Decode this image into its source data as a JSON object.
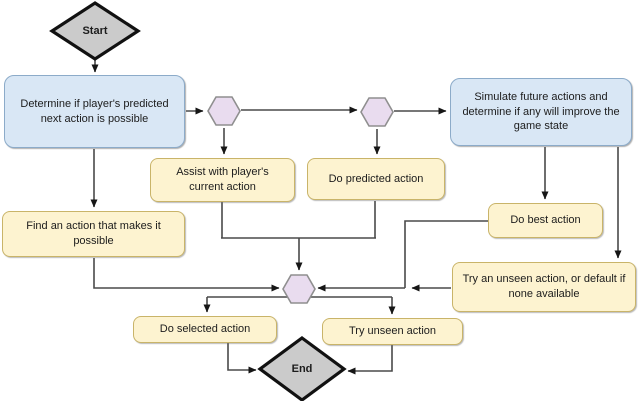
{
  "diagram": {
    "nodes": {
      "start": {
        "label": "Start",
        "shape": "diamond-terminator"
      },
      "determine": {
        "label": "Determine if player's predicted next action is possible",
        "shape": "rounded-rect-process"
      },
      "assist": {
        "label": "Assist with player's current action",
        "shape": "rounded-rect-action"
      },
      "do_predicted": {
        "label": "Do predicted action",
        "shape": "rounded-rect-action"
      },
      "simulate": {
        "label": "Simulate future actions and determine if any will improve the game state",
        "shape": "rounded-rect-process"
      },
      "find_action": {
        "label": "Find an action that makes it possible",
        "shape": "rounded-rect-action"
      },
      "do_best": {
        "label": "Do best action",
        "shape": "rounded-rect-action"
      },
      "try_unseen_default": {
        "label": "Try an unseen action, or default if none available",
        "shape": "rounded-rect-action"
      },
      "do_selected": {
        "label": "Do selected action",
        "shape": "rounded-rect-action"
      },
      "try_unseen": {
        "label": "Try unseen action",
        "shape": "rounded-rect-action"
      },
      "end": {
        "label": "End",
        "shape": "diamond-terminator"
      },
      "decision_1": {
        "label": "",
        "shape": "hexagon-decision"
      },
      "decision_2": {
        "label": "",
        "shape": "hexagon-decision"
      },
      "decision_3": {
        "label": "",
        "shape": "hexagon-decision"
      }
    },
    "edges": [
      {
        "from": "start",
        "to": "determine"
      },
      {
        "from": "determine",
        "to": "decision_1"
      },
      {
        "from": "decision_1",
        "to": "decision_2"
      },
      {
        "from": "decision_2",
        "to": "simulate"
      },
      {
        "from": "decision_1",
        "to": "assist"
      },
      {
        "from": "decision_2",
        "to": "do_predicted"
      },
      {
        "from": "determine",
        "to": "find_action"
      },
      {
        "from": "simulate",
        "to": "do_best"
      },
      {
        "from": "simulate",
        "to": "try_unseen_default"
      },
      {
        "from": "find_action",
        "to": "decision_3"
      },
      {
        "from": "assist",
        "to": "decision_3"
      },
      {
        "from": "do_predicted",
        "to": "decision_3"
      },
      {
        "from": "do_best",
        "to": "decision_3"
      },
      {
        "from": "try_unseen_default",
        "to": "decision_3"
      },
      {
        "from": "decision_3",
        "to": "do_selected"
      },
      {
        "from": "decision_3",
        "to": "try_unseen"
      },
      {
        "from": "do_selected",
        "to": "end"
      },
      {
        "from": "try_unseen",
        "to": "end"
      }
    ],
    "colors": {
      "process_fill": "#d9e7f5",
      "process_border": "#8cabc9",
      "action_fill": "#fdf3d0",
      "action_border": "#c9b469",
      "decision_fill": "#e9dcef",
      "decision_border": "#8f8f8f",
      "terminator_fill": "#cbcbcb",
      "terminator_border": "#111111",
      "edge_color": "#4a4a4a"
    }
  }
}
